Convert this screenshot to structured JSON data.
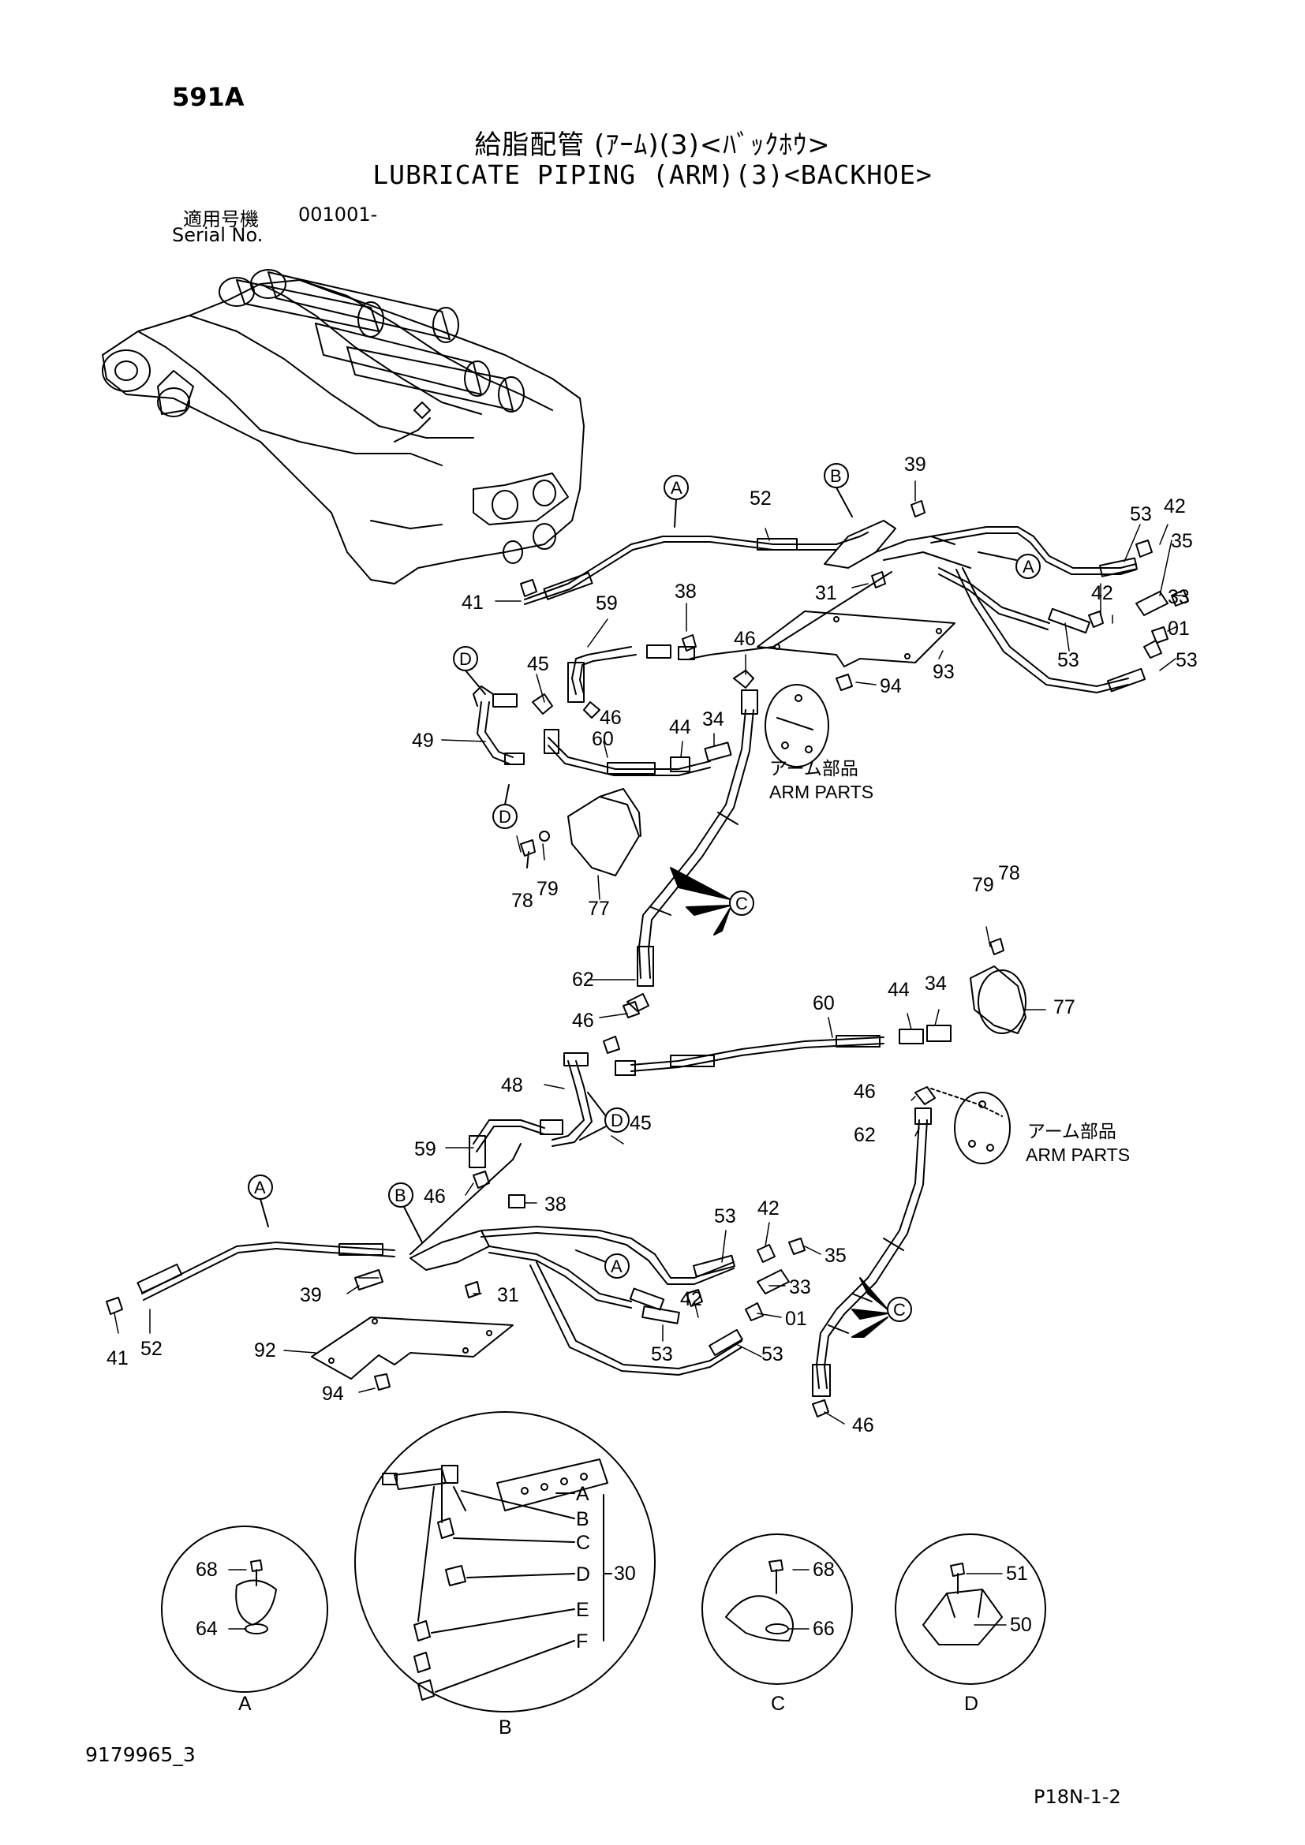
{
  "header": {
    "page_code": "591A",
    "title_jp": "給脂配管 (ｱｰﾑ)(3)<ﾊﾞｯｸﾎｳ>",
    "title_en": "LUBRICATE PIPING (ARM)(3)<BACKHOE>",
    "serial_label_jp": "適用号機",
    "serial_value": "001001-",
    "serial_label_en": "Serial No."
  },
  "notes": {
    "arm_parts_jp": "アーム部品",
    "arm_parts_en": "ARM PARTS"
  },
  "callouts": {
    "A": "A",
    "B": "B",
    "C": "C",
    "D": "D"
  },
  "parts": {
    "p01": "01",
    "p30": "30",
    "p31": "31",
    "p33": "33",
    "p34": "34",
    "p35": "35",
    "p38": "38",
    "p39": "39",
    "p41": "41",
    "p42": "42",
    "p44": "44",
    "p45": "45",
    "p46": "46",
    "p48": "48",
    "p49": "49",
    "p50": "50",
    "p51": "51",
    "p52": "52",
    "p53": "53",
    "p59": "59",
    "p60": "60",
    "p62": "62",
    "p64": "64",
    "p66": "66",
    "p68": "68",
    "p77": "77",
    "p78": "78",
    "p79": "79",
    "p92": "92",
    "p93": "93",
    "p94": "94"
  },
  "detail_b_letters": [
    "A",
    "B",
    "C",
    "D",
    "E",
    "F"
  ],
  "footer": {
    "doc_no": "9179965_3",
    "page_ref": "P18N-1-2"
  }
}
